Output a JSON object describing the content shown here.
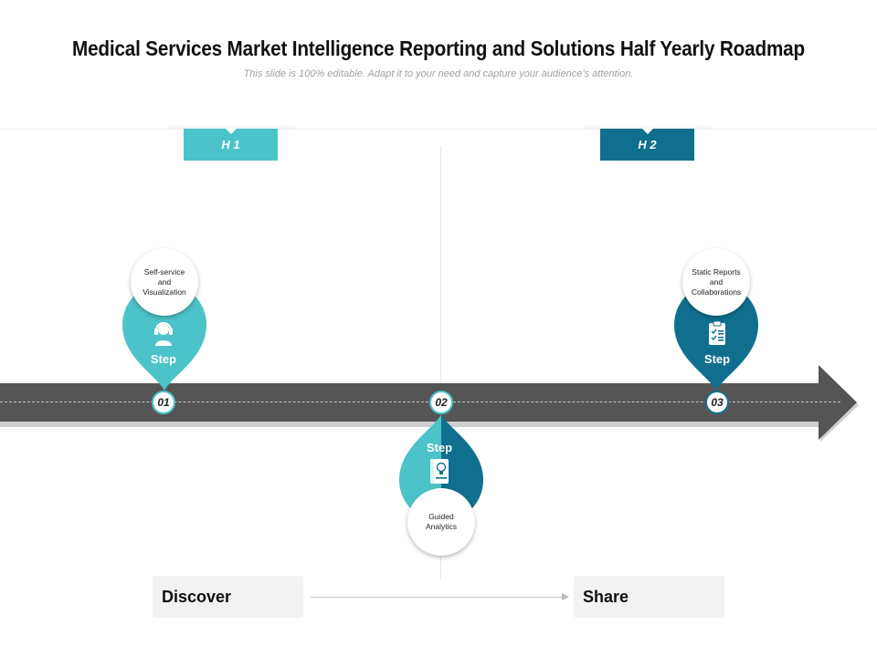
{
  "title": "Medical Services Market Intelligence Reporting and Solutions Half Yearly Roadmap",
  "subtitle": "This slide is 100% editable. Adapt it to your need and capture your audience’s attention.",
  "halves": [
    {
      "label": "H 1",
      "color": "#4cc3c8"
    },
    {
      "label": "H 2",
      "color": "#106f8e"
    }
  ],
  "steps": [
    {
      "number": "01",
      "step_label": "Step",
      "text_line1": "Self-service",
      "text_line2": "and",
      "text_line3": "Visualization",
      "icon": "headset-support-icon",
      "color": "#4cc3c8"
    },
    {
      "number": "02",
      "step_label": "Step",
      "text_line1": "Guided",
      "text_line2": "Analytics",
      "icon": "book-lightbulb-icon",
      "colors": [
        "#4cc3c8",
        "#106f8e"
      ]
    },
    {
      "number": "03",
      "step_label": "Step",
      "text_line1": "Static Reports",
      "text_line2": "and",
      "text_line3": "Collaborations",
      "icon": "clipboard-checklist-icon",
      "color": "#106f8e"
    }
  ],
  "phases": {
    "start": "Discover",
    "end": "Share"
  },
  "colors": {
    "road": "#555555",
    "teal_light": "#4cc3c8",
    "teal_dark": "#106f8e"
  }
}
